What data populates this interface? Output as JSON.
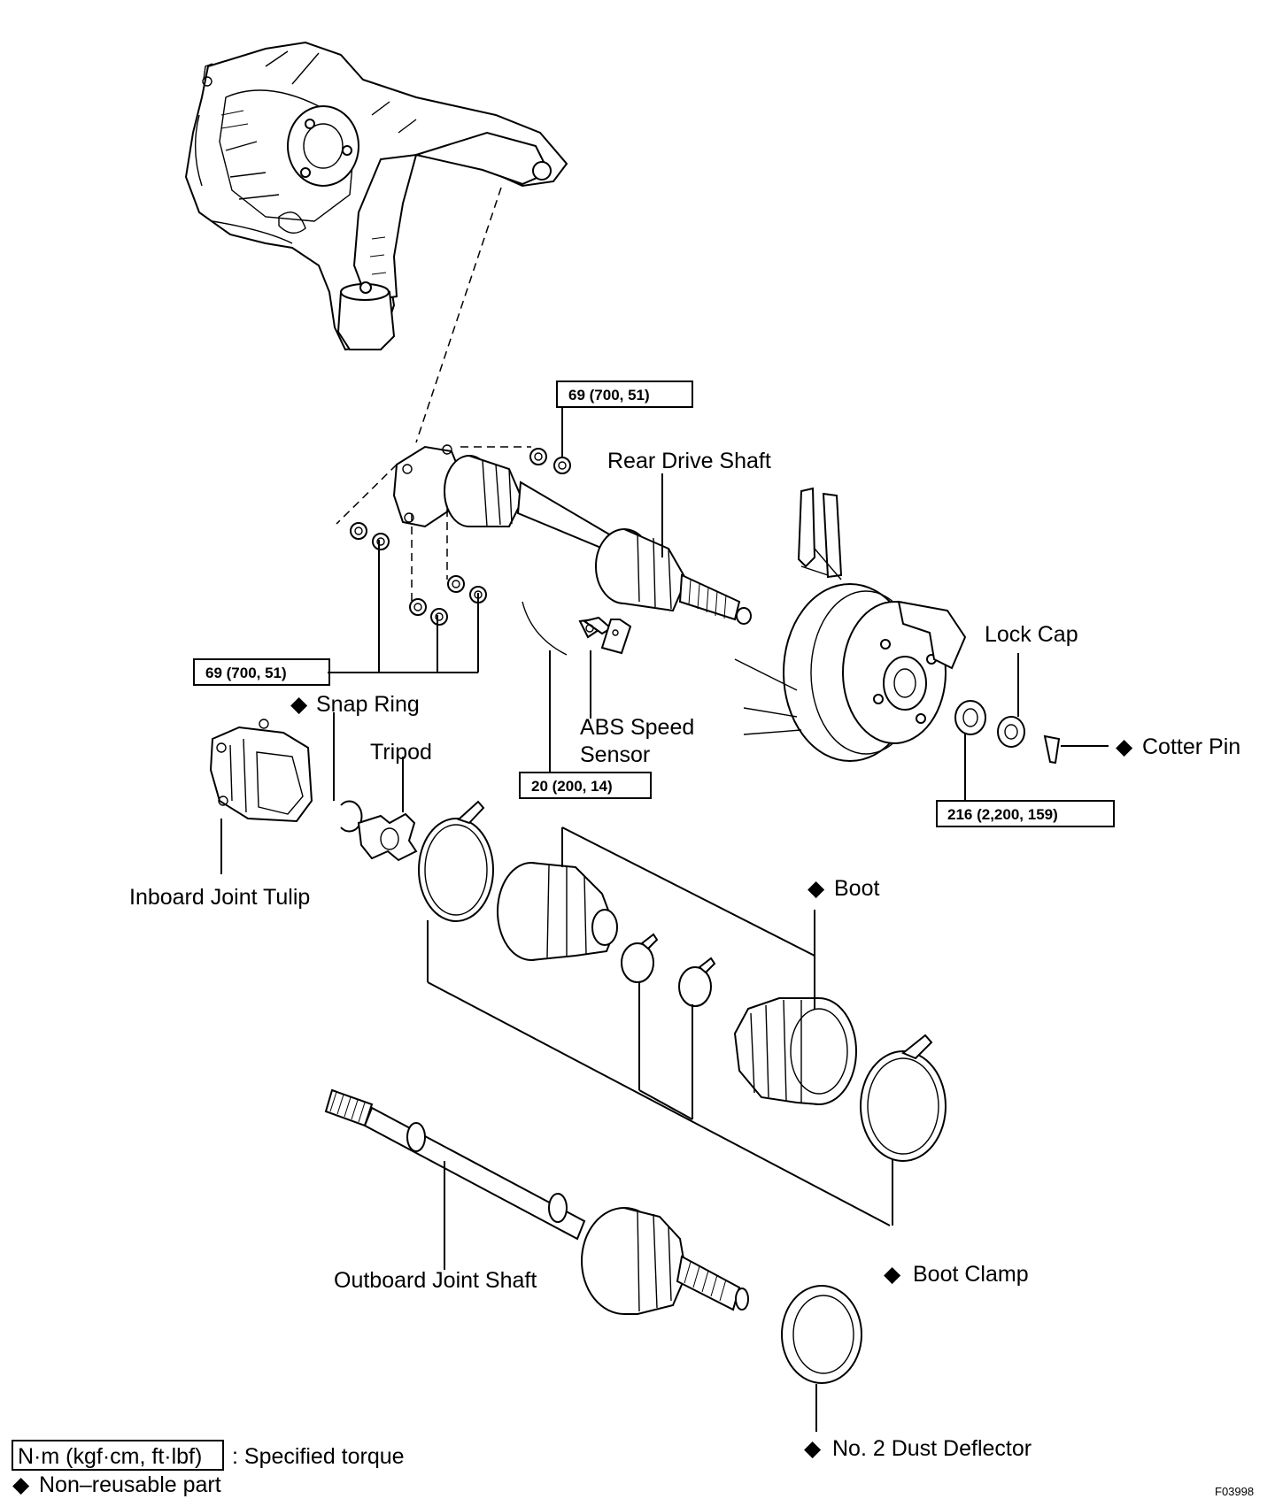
{
  "labels": {
    "rear_drive_shaft": "Rear Drive Shaft",
    "lock_cap": "Lock Cap",
    "cotter_pin": "Cotter Pin",
    "snap_ring": "Snap Ring",
    "tripod": "Tripod",
    "abs_speed_sensor_line1": "ABS Speed",
    "abs_speed_sensor_line2": "Sensor",
    "inboard_joint_tulip": "Inboard Joint Tulip",
    "boot": "Boot",
    "boot_clamp": "Boot Clamp",
    "outboard_joint_shaft": "Outboard Joint Shaft",
    "no2_dust_deflector": "No. 2 Dust Deflector"
  },
  "torque": {
    "upper_nut": "69 (700, 51)",
    "flange_nuts": "69 (700, 51)",
    "abs_bolt": "20 (200, 14)",
    "axle_nut": "216 (2,200, 159)"
  },
  "legend": {
    "torque_box": "N·m (kgf·cm, ft·lbf)",
    "torque_desc": ": Specified torque",
    "non_reusable": "Non–reusable part"
  },
  "figure_code": "F03998",
  "non_reusable_marker": "◆"
}
